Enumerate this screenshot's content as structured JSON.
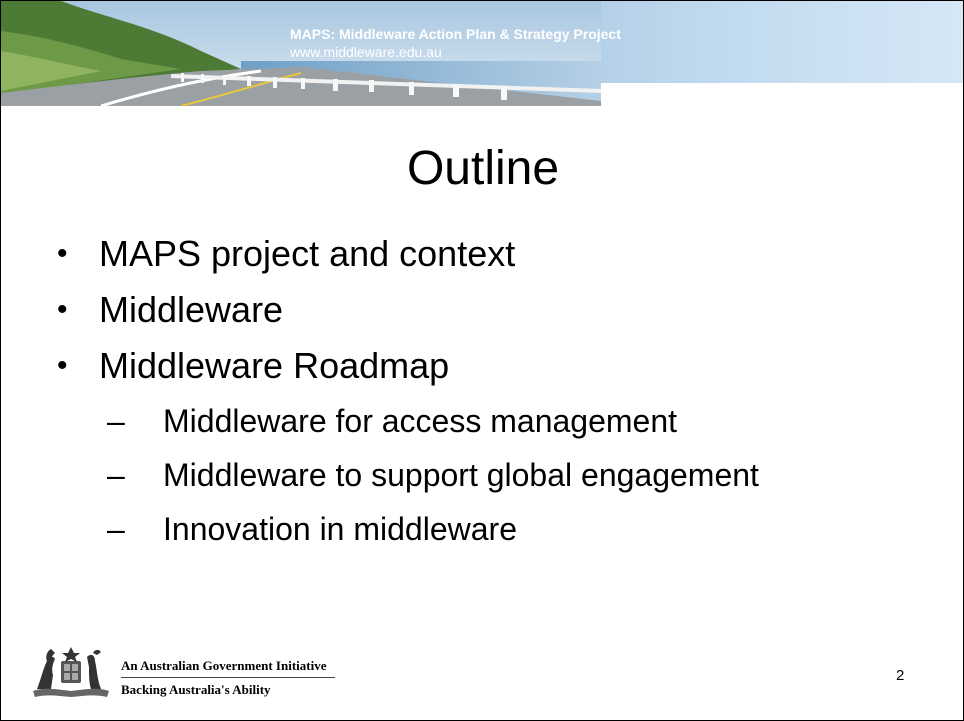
{
  "header": {
    "project_title": "MAPS: Middleware Action Plan & Strategy Project",
    "url": "www.middleware.edu.au"
  },
  "slide": {
    "title": "Outline",
    "bullets": [
      "MAPS project and context",
      "Middleware",
      "Middleware Roadmap"
    ],
    "subbullets": [
      "Middleware for access management",
      "Middleware to support global engagement",
      "Innovation in middleware"
    ],
    "bullet_glyph": "•",
    "subbullet_glyph": "–",
    "page_number": "2"
  },
  "footer": {
    "line1": "An Australian Government Initiative",
    "line2": "Backing Australia's Ability",
    "logo": "australian-coat-of-arms"
  },
  "colors": {
    "banner_blue": "#a9c8e2",
    "text": "#000000"
  }
}
